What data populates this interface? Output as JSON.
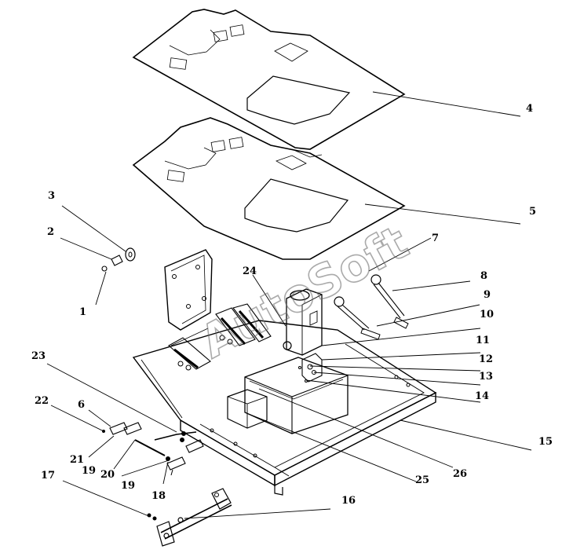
{
  "watermark": "AutoSoft",
  "callouts": [
    {
      "id": "c1",
      "label": "1"
    },
    {
      "id": "c2",
      "label": "2"
    },
    {
      "id": "c3",
      "label": "3"
    },
    {
      "id": "c4",
      "label": "4"
    },
    {
      "id": "c5",
      "label": "5"
    },
    {
      "id": "c6",
      "label": "6"
    },
    {
      "id": "c7",
      "label": "7"
    },
    {
      "id": "c8",
      "label": "8"
    },
    {
      "id": "c9",
      "label": "9"
    },
    {
      "id": "c10",
      "label": "10"
    },
    {
      "id": "c11",
      "label": "11"
    },
    {
      "id": "c12",
      "label": "12"
    },
    {
      "id": "c13",
      "label": "13"
    },
    {
      "id": "c14",
      "label": "14"
    },
    {
      "id": "c15",
      "label": "15"
    },
    {
      "id": "c16",
      "label": "16"
    },
    {
      "id": "c17",
      "label": "17"
    },
    {
      "id": "c18",
      "label": "18"
    },
    {
      "id": "c19a",
      "label": "19"
    },
    {
      "id": "c19b",
      "label": "19"
    },
    {
      "id": "c20",
      "label": "20"
    },
    {
      "id": "c21",
      "label": "21"
    },
    {
      "id": "c22",
      "label": "22"
    },
    {
      "id": "c23",
      "label": "23"
    },
    {
      "id": "c24",
      "label": "24"
    },
    {
      "id": "c25",
      "label": "25"
    },
    {
      "id": "c26",
      "label": "26"
    }
  ]
}
